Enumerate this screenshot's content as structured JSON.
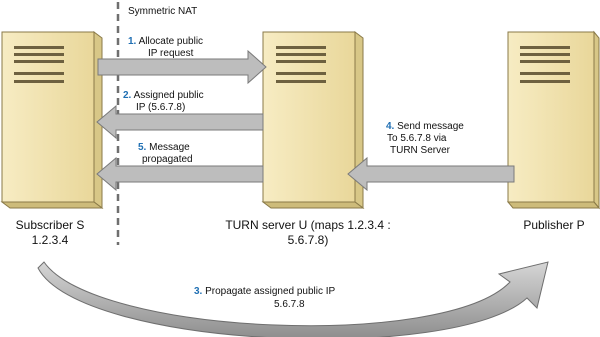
{
  "nat_label": "Symmetric NAT",
  "subscriber": {
    "name": "Subscriber S",
    "ip": "1.2.3.4"
  },
  "turn": {
    "line1": "TURN server U (maps 1.2.3.4 :",
    "line2": "5.6.7.8)"
  },
  "publisher": {
    "name": "Publisher P"
  },
  "steps": [
    {
      "num": "1.",
      "line1": "Allocate public",
      "line2": "IP request"
    },
    {
      "num": "2.",
      "line1": "Assigned public",
      "line2": "IP  (5.6.7.8)"
    },
    {
      "num": "3.",
      "line1": "Propagate assigned public IP",
      "line2": "5.6.7.8"
    },
    {
      "num": "4.",
      "line1": "Send message",
      "line2": "To 5.6.7.8 via",
      "line3": "TURN Server"
    },
    {
      "num": "5.",
      "line1": "Message",
      "line2": "propagated"
    }
  ],
  "colors": {
    "server_fill": "#f3e3a6",
    "server_stroke": "#8a7a48",
    "arrow_fill": "#bdbdbd",
    "arrow_stroke": "#7a7a7a",
    "step_number": "#1f6fb3"
  }
}
